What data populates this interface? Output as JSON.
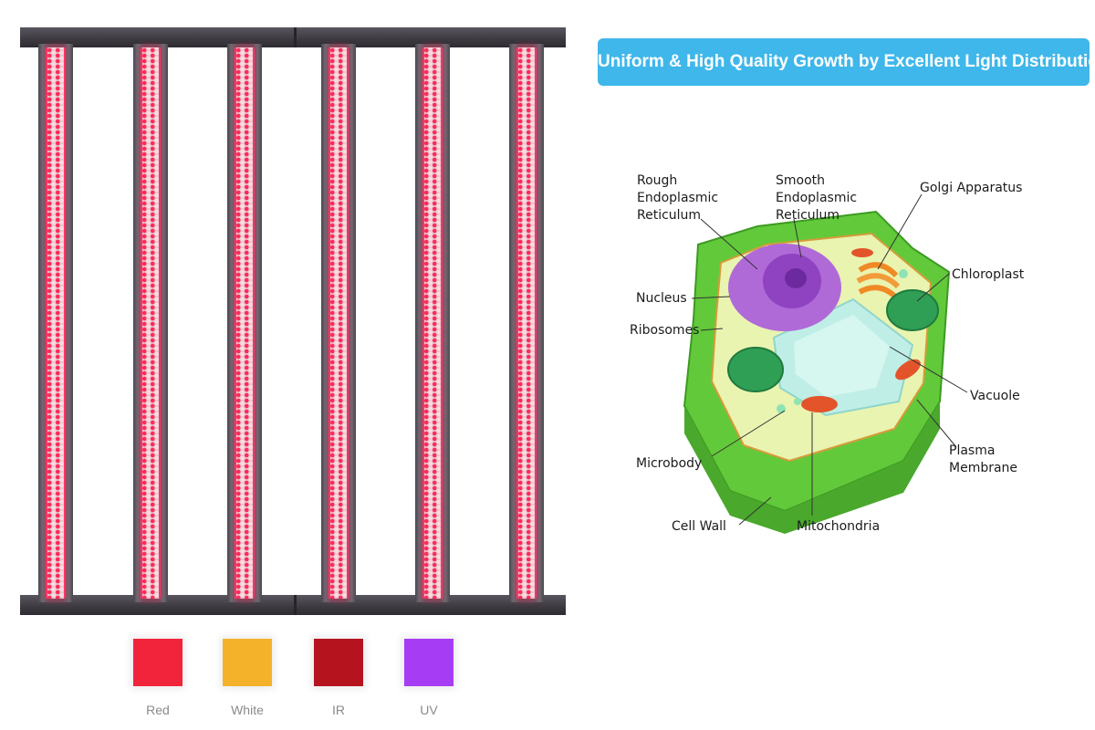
{
  "headline": "Uniform & High Quality Growth by Excellent Light Distribution",
  "fixture": {
    "bar_count": 6,
    "led_color": "#ff2a5a",
    "frame_color": "#3c3940"
  },
  "swatches": [
    {
      "label": "Red",
      "color": "#f2243c"
    },
    {
      "label": "White",
      "color": "#f4b22a"
    },
    {
      "label": "IR",
      "color": "#b5141f"
    },
    {
      "label": "UV",
      "color": "#a63cf4"
    }
  ],
  "diagram": {
    "labels": {
      "rough_er": [
        "Rough",
        "Endoplasmic",
        "Reticulum"
      ],
      "smooth_er": [
        "Smooth",
        "Endoplasmic",
        "Reticulum"
      ],
      "golgi": "Golgi Apparatus",
      "chloroplast": "Chloroplast",
      "nucleus": "Nucleus",
      "ribosomes": "Ribosomes",
      "vacuole": "Vacuole",
      "plasma_membrane": [
        "Plasma",
        "Membrane"
      ],
      "microbody": "Microbody",
      "cell_wall": "Cell Wall",
      "mitochondria": "Mitochondria"
    },
    "colors": {
      "cell_wall": "#62c93a",
      "cytoplasm": "#e9f4b0",
      "nucleus": "#b06ad8",
      "vacuole": "#bfeee6",
      "chloroplast": "#2f9f55",
      "mitochondria": "#e3542a",
      "golgi": "#ef8a26"
    }
  }
}
